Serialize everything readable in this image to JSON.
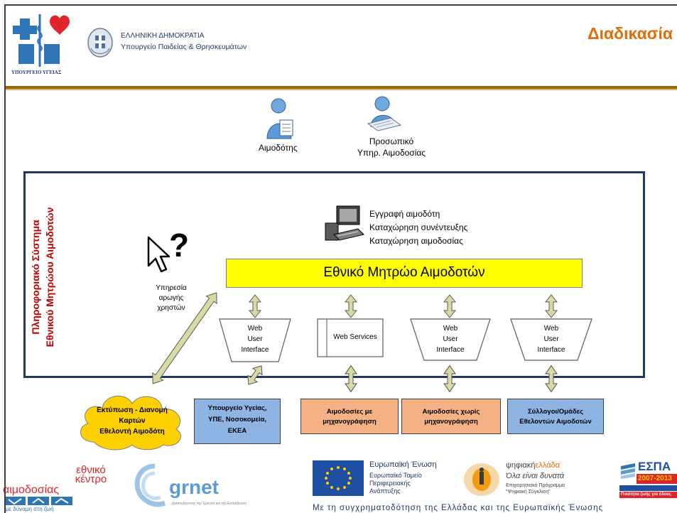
{
  "header": {
    "gov_line1": "ΕΛΛΗΝΙΚΗ ΔΗΜΟΚΡΑΤΙΑ",
    "gov_line2": "Υπουργείο Παιδείας & Θρησκευμάτων",
    "ministry_caption": "ΥΠΟΥΡΓΕΙΟ ΥΓΕΙΑΣ",
    "title": "Διαδικασία"
  },
  "actors": {
    "donor": "Αιμοδότης",
    "staff_line1": "Προσωπικό",
    "staff_line2": "Υπηρ. Αιμοδοσίας"
  },
  "system": {
    "vertical_line1": "Πληροφοριακό Σύστημα",
    "vertical_line2": "Εθνικού Μητρώου Αιμοδοτών",
    "tasks": [
      "Εγγραφή αιμοδότη",
      "Καταχώρηση συνέντευξης",
      "Καταχώρηση αιμοδοσίας"
    ],
    "registry": "Εθνικό Μητρώο Αιμοδοτών",
    "help_line1": "Υπηρεσία",
    "help_line2": "αρωγής",
    "help_line3": "χρηστών",
    "help_mark": "?",
    "web_ui": [
      "Web",
      "User",
      "Interface"
    ],
    "web_services": "Web Services"
  },
  "cloud": {
    "line1": "Εκτύπωση - Διανομή",
    "line2": "Καρτών",
    "line3": "Εθελοντή Αιμοδότη"
  },
  "bottom_boxes": [
    {
      "lines": [
        "Υπουργείο Υγείας,",
        "ΥΠΕ, Νοσοκομεία,",
        "ΕΚΕΑ"
      ],
      "color": "#8eb4e3"
    },
    {
      "lines": [
        "Αιμοδοσίες με",
        "μηχανογράφηση"
      ],
      "color": "#f4b183"
    },
    {
      "lines": [
        "Αιμοδοσίες χωρίς",
        "μηχανογράφηση"
      ],
      "color": "#f4b183"
    },
    {
      "lines": [
        "Σύλλογοι/Ομάδες",
        "Εθελοντών Αιμοδοτών"
      ],
      "color": "#8eb4e3"
    }
  ],
  "footer": {
    "ekea_1": "εθνικό",
    "ekea_2": "κέντρο",
    "ekea_3": "αιμοδοσίας",
    "ekea_4": "με δύναμη στη ζωή",
    "grnet": "grnet",
    "grnet_sub": "Διασυνδέοντας την Έρευνα και την Εκπαίδευση",
    "eu_1": "Ευρωπαϊκή Ένωση",
    "eu_2": "Ευρωπαϊκό Ταμείο",
    "eu_3": "Περιφερειακής",
    "eu_4": "Ανάπτυξης",
    "dg_1": "ψηφιακή",
    "dg_1b": "ελλάδα",
    "dg_2": "Όλα είναι δυνατά",
    "dg_3": "Επιχειρησιακό Πρόγραμμα",
    "dg_4": "\"Ψηφιακή Σύγκλιση\"",
    "espa_1": "ΕΣΠΑ",
    "espa_2": "2007-2013",
    "espa_3": "Ποιότητα ζωής για όλους",
    "cofund": "Με τη συγχρηματοδότηση της Ελλάδας και της Ευρωπαϊκής Ένωσης"
  },
  "colors": {
    "title": "#e36c09",
    "vertical_text": "#c00000",
    "registry_fill": "#ffff00",
    "arrow_fill": "#d9d9a3",
    "cloud_fill": "#ffd000",
    "header_rule": "#9c6500"
  }
}
